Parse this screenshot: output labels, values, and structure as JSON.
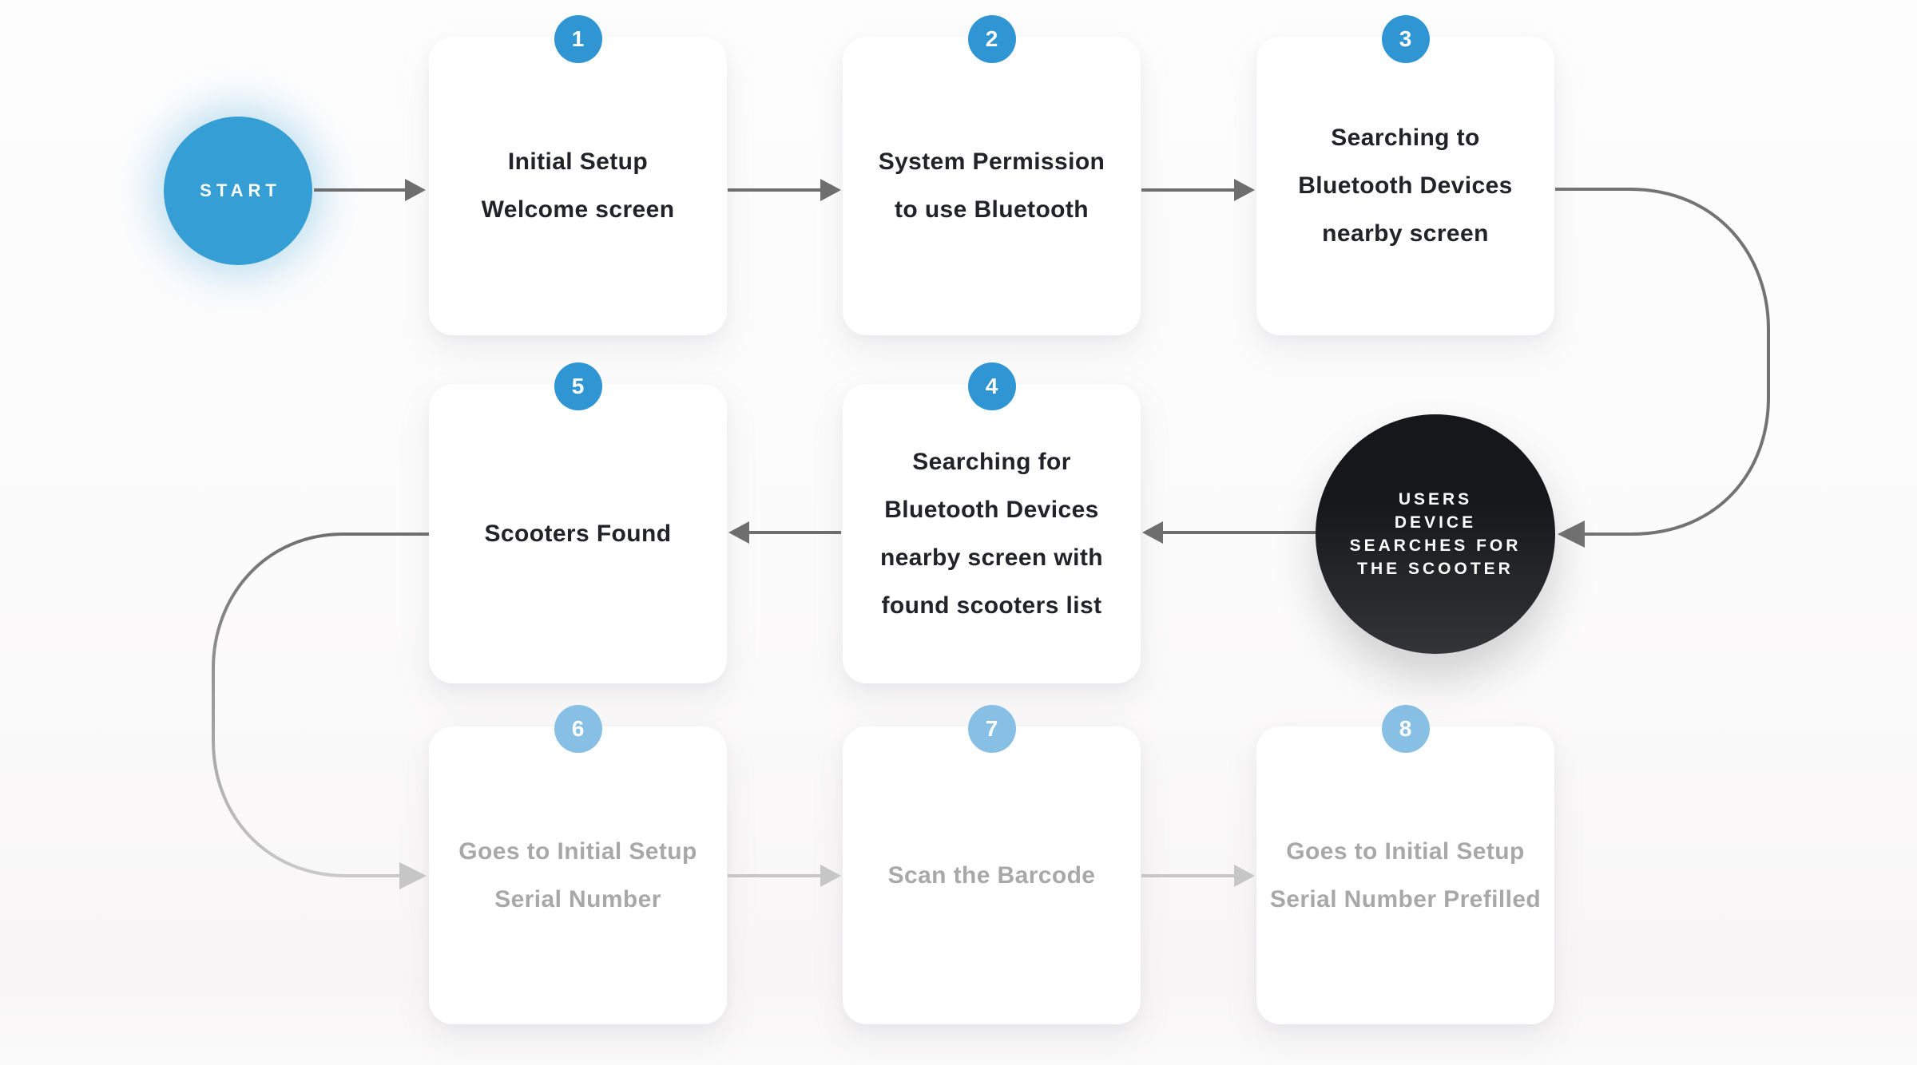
{
  "start": {
    "label": "START"
  },
  "flow_nodes": [
    {
      "badge": "1",
      "lines": [
        "Initial Setup",
        "Welcome screen"
      ],
      "state": "done"
    },
    {
      "badge": "2",
      "lines": [
        "System Permission",
        "to use Bluetooth"
      ],
      "state": "done"
    },
    {
      "badge": "3",
      "lines": [
        "Searching to",
        "Bluetooth Devices",
        "nearby screen"
      ],
      "state": "done"
    },
    {
      "badge": "4",
      "lines": [
        "Searching for",
        "Bluetooth Devices",
        "nearby screen with",
        "found scooters list"
      ],
      "state": "done"
    },
    {
      "badge": "5",
      "lines": [
        "Scooters Found"
      ],
      "state": "done"
    },
    {
      "badge": "6",
      "lines": [
        "Goes to Initial Setup",
        "Serial Number"
      ],
      "state": "upcoming"
    },
    {
      "badge": "7",
      "lines": [
        "Scan the Barcode"
      ],
      "state": "upcoming"
    },
    {
      "badge": "8",
      "lines": [
        "Goes to Initial Setup",
        "Serial Number Prefilled"
      ],
      "state": "upcoming"
    }
  ],
  "connector_node": {
    "lines": [
      "USERS",
      "DEVICE",
      "SEARCHES FOR",
      "THE SCOOTER"
    ]
  },
  "colors": {
    "accent_blue": "#2f96d3",
    "accent_blue_light": "#87c0e4",
    "start_blue": "#359fd5",
    "node_black_top": "#16171b",
    "node_black_bottom": "#333438",
    "arrow_dark": "#6e6e6e",
    "arrow_light": "#c6c6c6",
    "text_dark": "#212328",
    "text_gray": "#a8a8a8"
  }
}
